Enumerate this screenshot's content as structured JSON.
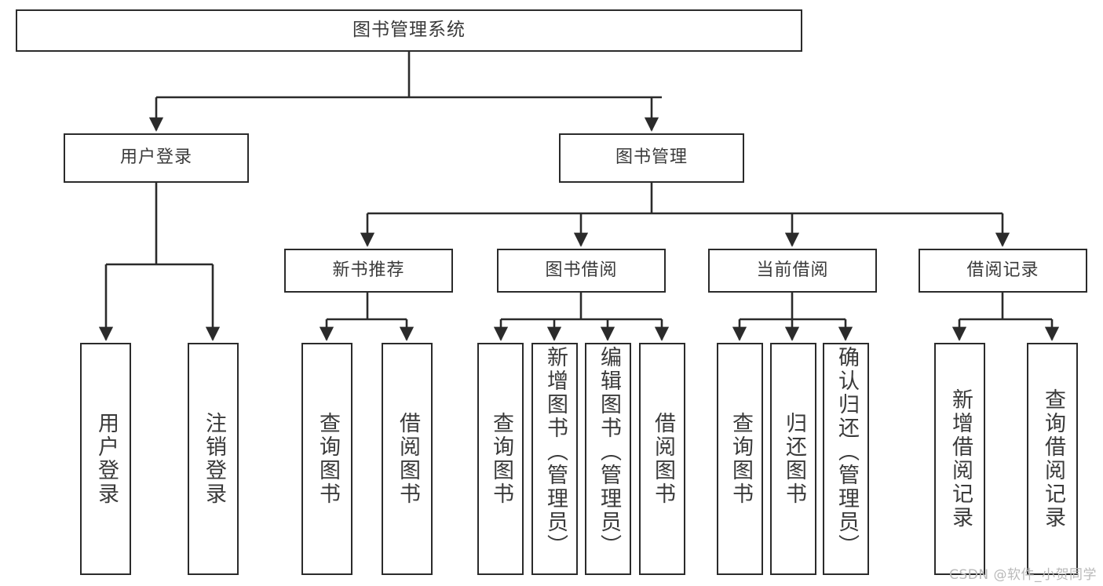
{
  "diagram": {
    "title": "图书管理系统",
    "type": "tree-hierarchy-chart",
    "root": {
      "id": "root",
      "label": "图书管理系统"
    },
    "level2": [
      {
        "id": "user-login",
        "label": "用户登录"
      },
      {
        "id": "book-management",
        "label": "图书管理"
      }
    ],
    "level3": [
      {
        "id": "new-book-recommend",
        "label": "新书推荐"
      },
      {
        "id": "book-borrow",
        "label": "图书借阅"
      },
      {
        "id": "current-borrow",
        "label": "当前借阅"
      },
      {
        "id": "borrow-record",
        "label": "借阅记录"
      }
    ],
    "leaves": {
      "user_login": [
        {
          "id": "leaf-user-login",
          "label": "用户登录"
        },
        {
          "id": "leaf-logout",
          "label": "注销登录"
        }
      ],
      "new_book_recommend": [
        {
          "id": "leaf-query-book-1",
          "label": "查询图书"
        },
        {
          "id": "leaf-borrow-book-1",
          "label": "借阅图书"
        }
      ],
      "book_borrow": [
        {
          "id": "leaf-query-book-2",
          "label": "查询图书"
        },
        {
          "id": "leaf-add-book",
          "label": "新增图书（管理员）"
        },
        {
          "id": "leaf-edit-book",
          "label": "编辑图书（管理员）"
        },
        {
          "id": "leaf-borrow-book-2",
          "label": "借阅图书"
        }
      ],
      "current_borrow": [
        {
          "id": "leaf-query-book-3",
          "label": "查询图书"
        },
        {
          "id": "leaf-return-book",
          "label": "归还图书"
        },
        {
          "id": "leaf-confirm-return",
          "label": "确认归还（管理员）"
        }
      ],
      "borrow_record": [
        {
          "id": "leaf-add-record",
          "label": "新增借阅记录"
        },
        {
          "id": "leaf-query-record",
          "label": "查询借阅记录"
        }
      ]
    }
  },
  "watermark": {
    "text": "CSDN @软件_小贺同学"
  },
  "colors": {
    "background": "#ffffff",
    "box_fill": "#ffffff",
    "box_stroke": "#2b2b2b",
    "text": "#3a3a3a",
    "connector": "#2b2b2b",
    "watermark": "#b9b9b9"
  }
}
